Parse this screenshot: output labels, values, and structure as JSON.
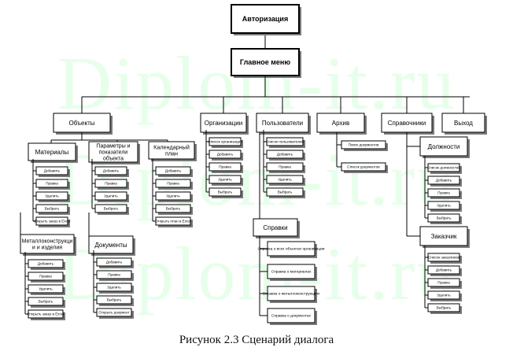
{
  "watermark": "Diplom-it.ru",
  "caption": "Рисунок 2.3 Сценарий диалога",
  "nodes": {
    "auth": "Авторизация",
    "main": "Главное меню",
    "objects": "Объекты",
    "organizations": "Организации",
    "users": "Пользователи",
    "archive": "Архив",
    "references": "Справочники",
    "exit": "Выход",
    "materials": "Материалы",
    "params": [
      "Параметры и",
      "показатели",
      "объекта"
    ],
    "calendar": [
      "Календарный",
      "план"
    ],
    "metal": [
      "Металлоконструкци",
      "и и изделия"
    ],
    "documents": "Документы",
    "help": "Справки",
    "positions": "Должности",
    "customer": "Заказчик",
    "search_docs": "Поиск документов",
    "docs_list": "Список документов"
  },
  "lists": {
    "materials": [
      "Добавить",
      "Правка",
      "Удалить",
      "Выбрать",
      "Открыть заказ в Excel"
    ],
    "params": [
      "Добавить",
      "Правка",
      "Удалить",
      "Выбрать"
    ],
    "calendar": [
      "Добавить",
      "Правка",
      "Удалить",
      "Выбрать",
      "Открыть план в Excel"
    ],
    "organizations": [
      "Список организаций",
      "Добавить",
      "Правка",
      "Удалить",
      "Выбрать"
    ],
    "users": [
      "Список пользователей",
      "Добавить",
      "Правка",
      "Удалить",
      "Выбрать"
    ],
    "metal": [
      "Добавить",
      "Правка",
      "Удалить",
      "Выбрать",
      "Открыть заказ в Excel"
    ],
    "documents": [
      "Добавить",
      "Правка",
      "Удалить",
      "Выбрать",
      "Открыть документ"
    ],
    "help": [
      "Справка о всех объектах организации",
      "Справка о материалах",
      "Справка о металлоконструкциях",
      "Справка о документах"
    ],
    "positions": [
      "Список должностей",
      "Добавить",
      "Правка",
      "Удалить",
      "Выбрать"
    ],
    "customer": [
      "Список заказчиков",
      "Добавить",
      "Правка",
      "Удалить",
      "Выбрать"
    ]
  }
}
